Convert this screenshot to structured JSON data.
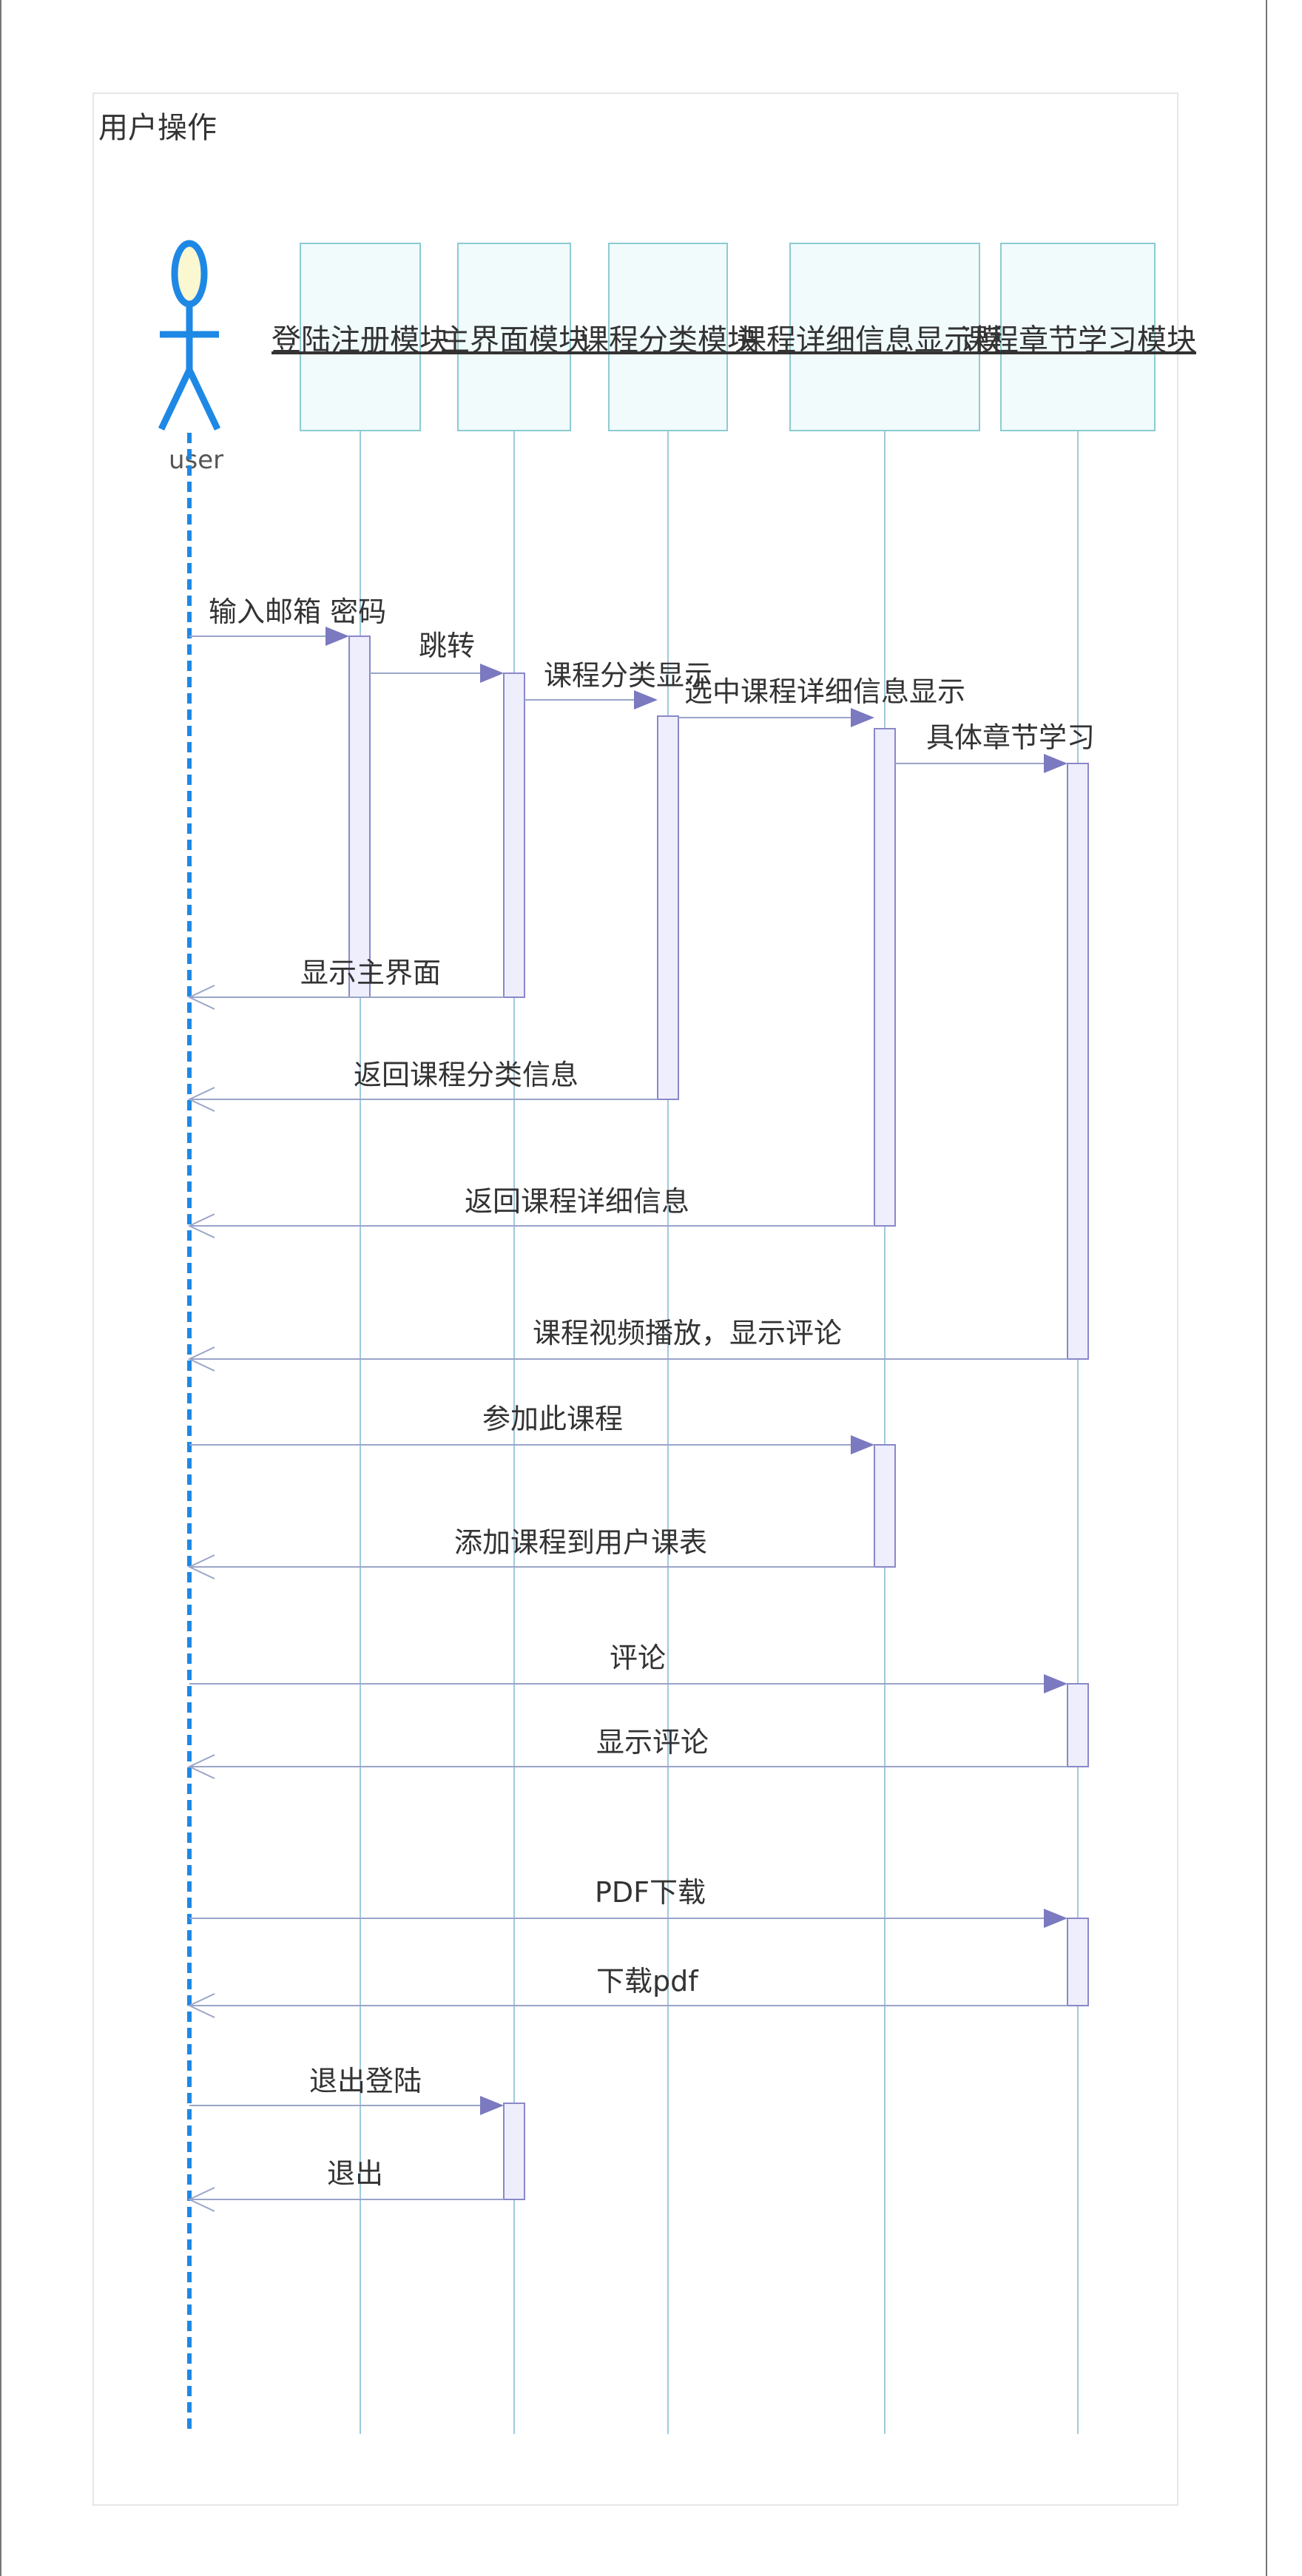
{
  "diagram": {
    "frame_title": "用户操作",
    "actor": {
      "name": "user",
      "icon": "stick-figure-actor-icon",
      "color": "#1e88e5"
    },
    "lifelines": [
      {
        "id": "login",
        "label": "登陆注册模块"
      },
      {
        "id": "main",
        "label": "主界面模块"
      },
      {
        "id": "category",
        "label": "课程分类模块"
      },
      {
        "id": "detail",
        "label": "课程详细信息显示模块"
      },
      {
        "id": "chapter",
        "label": "课程章节学习模块"
      }
    ],
    "messages": [
      {
        "from": "user",
        "to": "login",
        "label": "输入邮箱 密码",
        "kind": "call"
      },
      {
        "from": "login",
        "to": "main",
        "label": "跳转",
        "kind": "call"
      },
      {
        "from": "main",
        "to": "category",
        "label": "课程分类显示",
        "kind": "call"
      },
      {
        "from": "category",
        "to": "detail",
        "label": "选中课程详细信息显示",
        "kind": "call"
      },
      {
        "from": "detail",
        "to": "chapter",
        "label": "具体章节学习",
        "kind": "call"
      },
      {
        "from": "main",
        "to": "user",
        "label": "显示主界面",
        "kind": "return"
      },
      {
        "from": "category",
        "to": "user",
        "label": "返回课程分类信息",
        "kind": "return"
      },
      {
        "from": "detail",
        "to": "user",
        "label": "返回课程详细信息",
        "kind": "return"
      },
      {
        "from": "chapter",
        "to": "user",
        "label": "课程视频播放，显示评论",
        "kind": "return"
      },
      {
        "from": "user",
        "to": "detail",
        "label": "参加此课程",
        "kind": "call"
      },
      {
        "from": "detail",
        "to": "user",
        "label": "添加课程到用户课表",
        "kind": "return"
      },
      {
        "from": "user",
        "to": "chapter",
        "label": "评论",
        "kind": "call"
      },
      {
        "from": "chapter",
        "to": "user",
        "label": "显示评论",
        "kind": "return"
      },
      {
        "from": "user",
        "to": "chapter",
        "label": "PDF下载",
        "kind": "call"
      },
      {
        "from": "chapter",
        "to": "user",
        "label": "下载pdf",
        "kind": "return"
      },
      {
        "from": "user",
        "to": "main",
        "label": "退出登陆",
        "kind": "call"
      },
      {
        "from": "main",
        "to": "user",
        "label": "退出",
        "kind": "return"
      }
    ],
    "colors": {
      "lifeline_box_fill": "#f1fbfc",
      "lifeline_box_border": "#8ccbd0",
      "lifeline_line": "#9fc9dd",
      "activation_fill": "#eeeefc",
      "activation_border": "#8a88c8",
      "arrow_head": "#7b79c0",
      "message_line": "#9aa4c8",
      "actor": "#1e88e5"
    }
  }
}
